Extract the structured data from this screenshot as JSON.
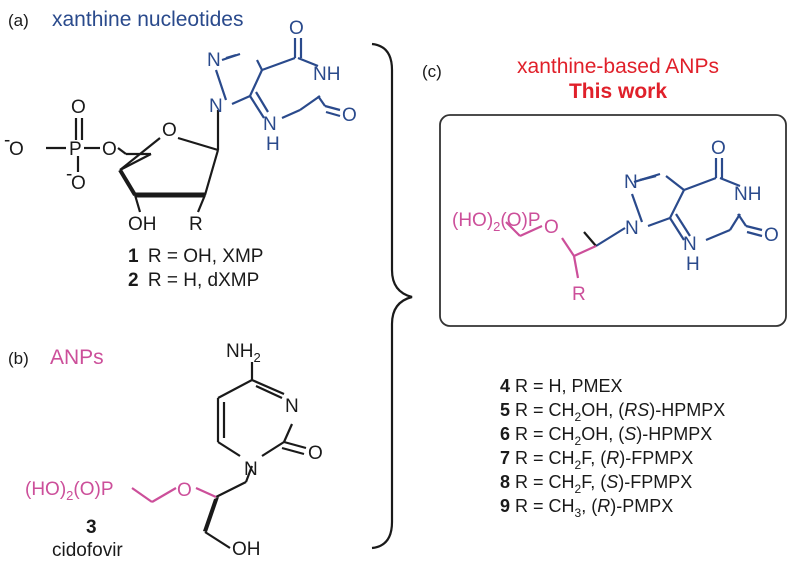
{
  "panels": {
    "a": {
      "label": "(a)",
      "title": "xanthine nucleotides"
    },
    "b": {
      "label": "(b)",
      "title": "ANPs"
    },
    "c": {
      "label": "(c)",
      "title": "xanthine-based ANPs",
      "subtitle": "This work"
    }
  },
  "compounds_a": [
    {
      "num": "1",
      "desc": "R = OH, XMP"
    },
    {
      "num": "2",
      "desc": "R = H, dXMP"
    }
  ],
  "compound_b": {
    "num": "3",
    "name": "cidofovir"
  },
  "compounds_c": [
    {
      "num": "4",
      "pre": "R = H, PMEX"
    },
    {
      "num": "5",
      "pre": "R = CH",
      "sub": "2",
      "mid": "OH, (",
      "it": "RS",
      "post": ")-HPMPX"
    },
    {
      "num": "6",
      "pre": "R = CH",
      "sub": "2",
      "mid": "OH, (",
      "it": "S",
      "post": ")-HPMPX"
    },
    {
      "num": "7",
      "pre": "R = CH",
      "sub": "2",
      "mid": "F, (",
      "it": "R",
      "post": ")-FPMPX"
    },
    {
      "num": "8",
      "pre": "R = CH",
      "sub": "2",
      "mid": "F, (",
      "it": "S",
      "post": ")-FPMPX"
    },
    {
      "num": "9",
      "pre": "R = CH",
      "sub": "3",
      "mid": ", (",
      "it": "R",
      "post": ")-PMPX"
    }
  ],
  "atoms": {
    "O": "O",
    "N": "N",
    "NH": "NH",
    "H": "H",
    "P": "P",
    "OH": "OH",
    "R": "R",
    "minus": "-",
    "NH2_main": "NH",
    "NH2_sub": "2",
    "hop_a": "(HO)",
    "hop_sub": "2",
    "hop_b": "(O)P"
  },
  "colors": {
    "black": "#1a1a1a",
    "blue": "#2a4a8c",
    "pink": "#cc4f9a",
    "red": "#e0202a"
  }
}
